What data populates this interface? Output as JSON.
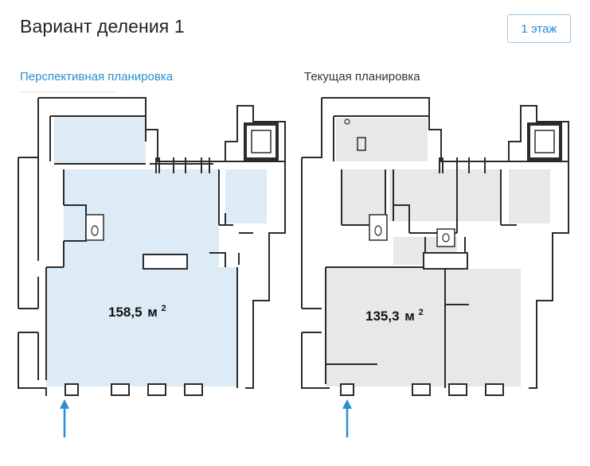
{
  "header": {
    "title": "Вариант деления 1",
    "floor_button": "1 этаж"
  },
  "tabs": [
    {
      "label": "Перспективная планировка",
      "active": true
    },
    {
      "label": "Текущая планировка",
      "active": false
    }
  ],
  "plans": {
    "perspective": {
      "area_value": "158,5",
      "area_unit": "м",
      "area_sup": "2",
      "room_color": "#dcebf5"
    },
    "current": {
      "area_value": "135,3",
      "area_unit": "м",
      "area_sup": "2",
      "room_color": "#e8e8e8"
    }
  },
  "colors": {
    "accent": "#2a8fd0",
    "wall": "#2b2b2b"
  },
  "icons": {
    "entrance": "arrow-up-icon"
  }
}
